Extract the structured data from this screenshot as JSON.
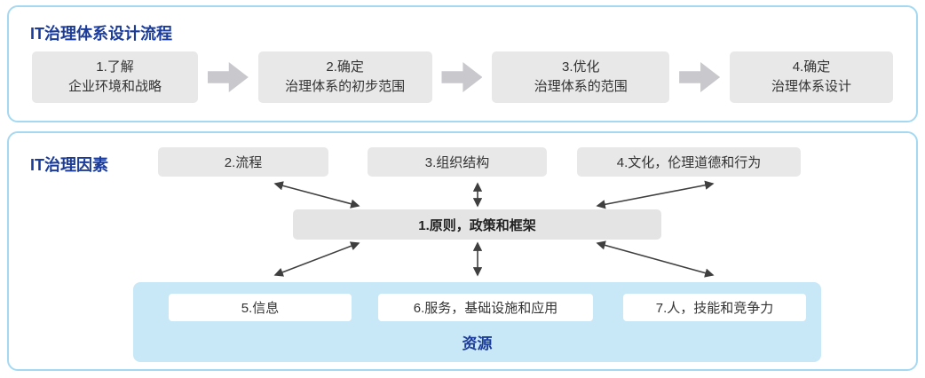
{
  "process_panel": {
    "title": "IT治理体系设计流程",
    "steps": [
      {
        "line1": "1.了解",
        "line2": "企业环境和战略"
      },
      {
        "line1": "2.确定",
        "line2": "治理体系的初步范围"
      },
      {
        "line1": "3.优化",
        "line2": "治理体系的范围"
      },
      {
        "line1": "4.确定",
        "line2": "治理体系设计"
      }
    ]
  },
  "factors_panel": {
    "title": "IT治理因素",
    "top_factors": [
      "2.流程",
      "3.组织结构",
      "4.文化，伦理道德和行为"
    ],
    "center_factor": "1.原则，政策和框架",
    "resources": {
      "label": "资源",
      "items": [
        "5.信息",
        "6.服务，基础设施和应用",
        "7.人，技能和竞争力"
      ]
    }
  },
  "colors": {
    "panel_border": "#a5d9f1",
    "title_text": "#1b3c9a",
    "box_gray": "#e8e8e8",
    "center_box_gray": "#e4e4e4",
    "block_arrow_gray": "#c9c9cd",
    "resource_area_blue": "#c9e8f7",
    "connector_line": "#3f3f3f"
  }
}
